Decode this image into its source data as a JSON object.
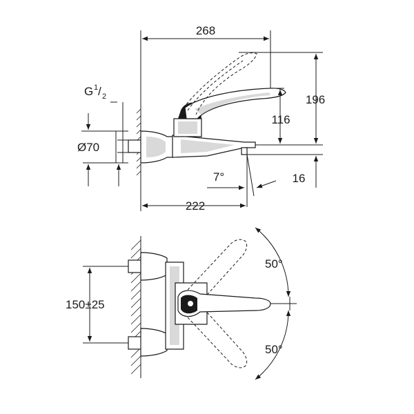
{
  "side_view": {
    "dims": {
      "overall_length": "268",
      "thread_prefix": "G",
      "thread_num": "1",
      "thread_den": "2",
      "diameter": "Ø70",
      "total_height": "196",
      "spout_height": "116",
      "angle": "7°",
      "spout_offset": "16",
      "spout_reach": "222"
    }
  },
  "top_view": {
    "dims": {
      "centers": "150±25",
      "swing_up": "50°",
      "swing_down": "50°"
    }
  }
}
